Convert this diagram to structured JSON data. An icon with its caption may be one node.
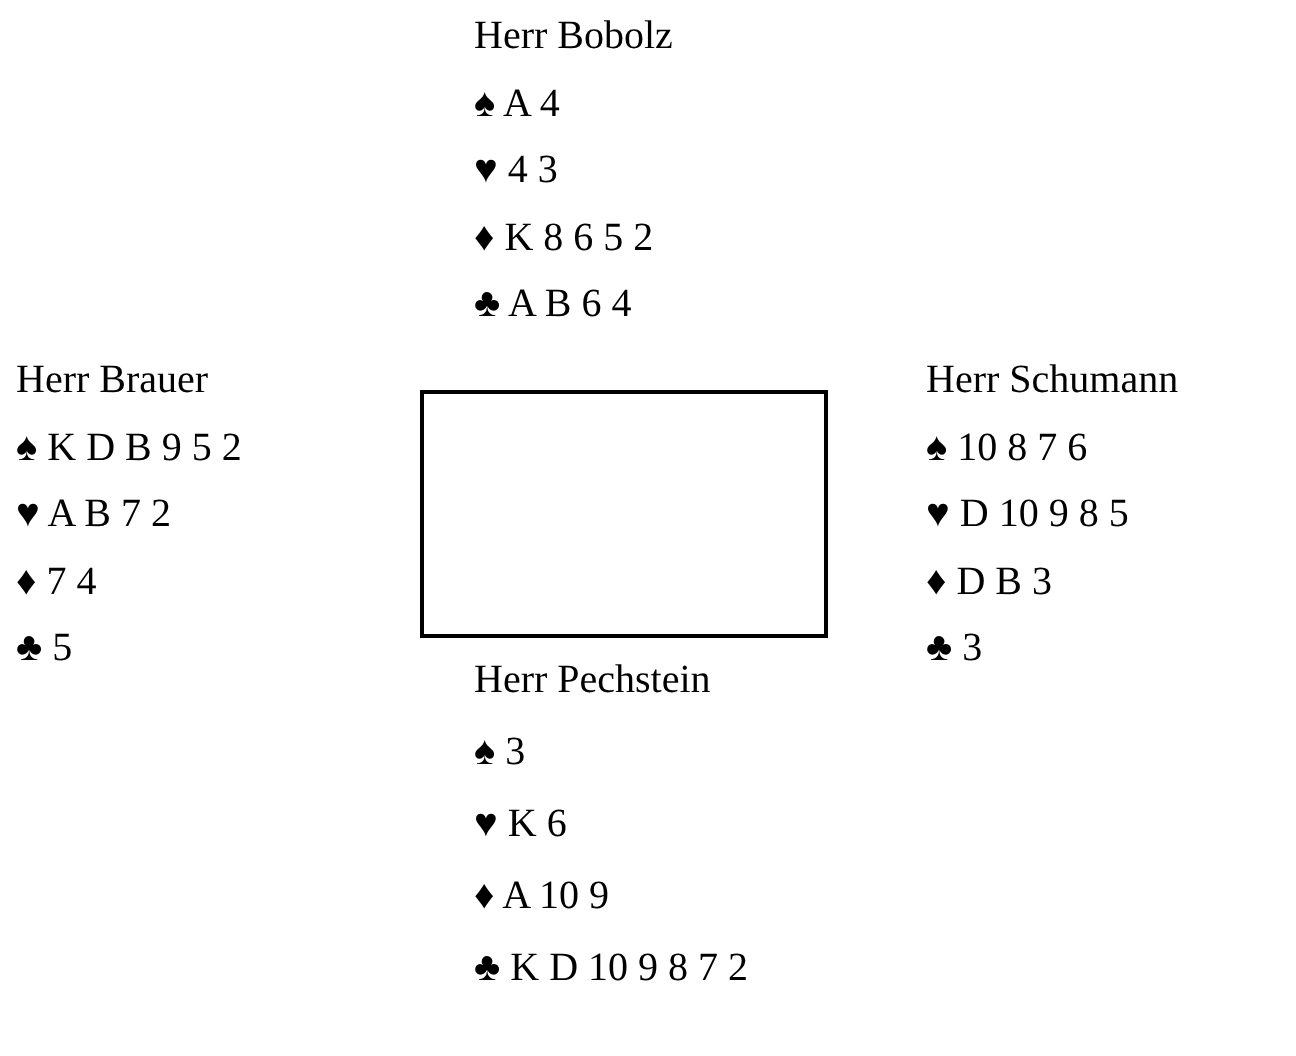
{
  "diagram": {
    "nodes": [
      {
        "text": [],
        "shape": "box"
      }
    ],
    "labels": [
      "Herr Bobolz",
      "♠ A 4",
      "♥ 4 3",
      "♦ K 8 6 5 2",
      "♣ A B 6 4",
      "Herr Brauer",
      "♠ K D B 9 5 2",
      "♥ A B 7 2",
      "♦ 7 4",
      "♣ 5",
      "Herr Schumann",
      "♠ 10 8 7 6",
      "♥ D 10 9 8 5",
      "♦ D B 3",
      "♣ 3",
      "Herr Pechstein",
      "♠ 3",
      "♥ K 6",
      "♦ A 10 9",
      "♣ K D 10 9 8 7 2"
    ]
  }
}
